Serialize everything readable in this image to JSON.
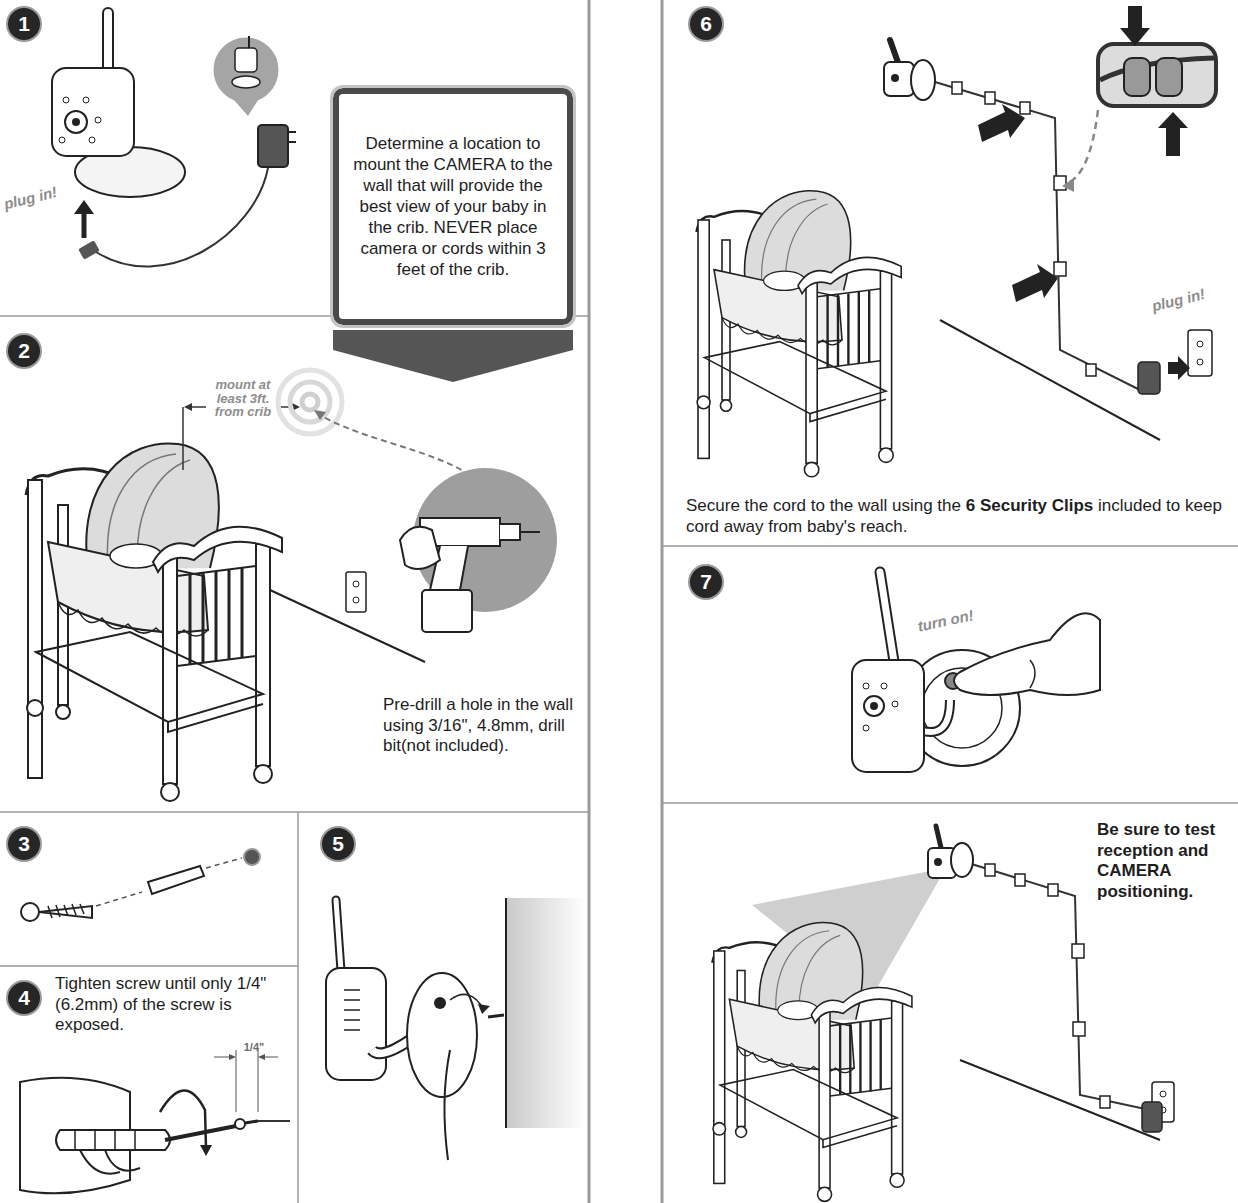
{
  "diagram": {
    "nodes": [
      {
        "text": [
          "1"
        ]
      },
      {
        "text": [
          "Determine a location to mount the CAMERA to the wall that will provide the best view of your baby in the crib. NEVER place camera or cords within 3 feet of the crib."
        ]
      },
      {
        "text": [
          "2"
        ]
      },
      {
        "text": [
          "3"
        ]
      },
      {
        "text": [
          "5"
        ]
      },
      {
        "text": [
          "4"
        ]
      },
      {
        "text": [
          "6"
        ]
      },
      {
        "text": [
          "7"
        ]
      }
    ],
    "labels": [
      "plug in!",
      "mount at least 3ft. from crib",
      "Pre-drill a hole in the wall using 3/16\", 4.8mm, drill bit(not included).",
      "Tighten screw until only 1/4\" (6.2mm) of the screw is exposed.",
      "1/4\"",
      "Secure the cord to the wall using the",
      "6 Security Clips",
      "included to keep cord away from baby's reach.",
      "plug in!",
      "turn on!",
      "Be sure to test reception and CAMERA positioning."
    ]
  }
}
